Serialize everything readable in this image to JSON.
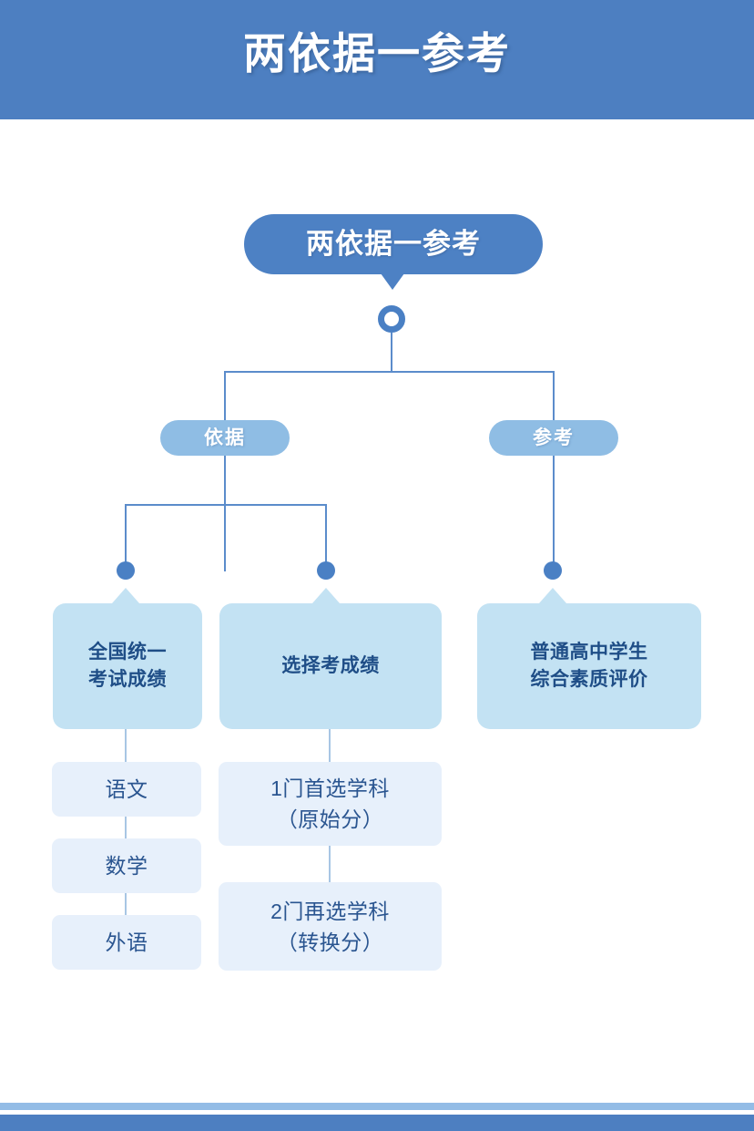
{
  "header": {
    "title": "两依据一参考"
  },
  "diagram": {
    "root": {
      "label": "两依据一参考"
    },
    "branches": [
      {
        "label": "依据"
      },
      {
        "label": "参考"
      }
    ],
    "cards": [
      {
        "label": "全国统一\n考试成绩"
      },
      {
        "label": "选择考成绩"
      },
      {
        "label": "普通高中学生\n综合素质评价"
      }
    ],
    "subitems_left": [
      {
        "label": "语文"
      },
      {
        "label": "数学"
      },
      {
        "label": "外语"
      }
    ],
    "subitems_right": [
      {
        "label": "1门首选学科\n（原始分）"
      },
      {
        "label": "2门再选学科\n（转换分）"
      }
    ]
  },
  "colors": {
    "header_band": "#4d7fc1",
    "root_pill": "#4d81c4",
    "branch_pill": "#8fbde4",
    "card": "#c3e2f3",
    "subbox": "#e7f0fb",
    "connector": "#5b8ccb",
    "connector_light": "#a8c6e4",
    "dot": "#4a80c4",
    "card_text": "#1f4e87",
    "subbox_text": "#2a5590",
    "footer_thin": "#93bce6",
    "footer_thick": "#4d7fc1"
  }
}
